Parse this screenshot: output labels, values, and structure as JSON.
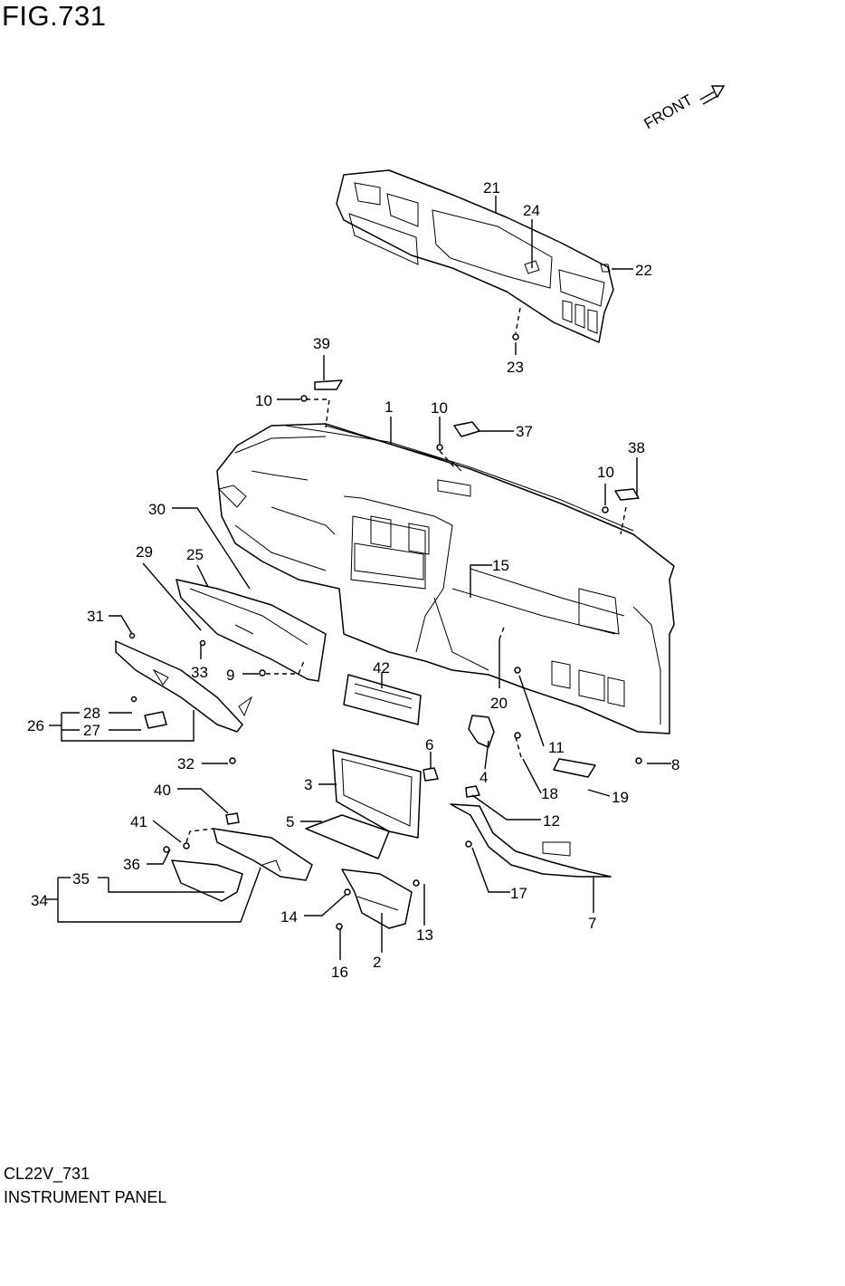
{
  "figure": {
    "title": "FIG.731"
  },
  "footer": {
    "code": "CL22V_731",
    "caption": "INSTRUMENT PANEL"
  },
  "direction": {
    "label": "FRONT"
  },
  "callouts": [
    "1",
    "2",
    "3",
    "4",
    "5",
    "6",
    "7",
    "8",
    "9",
    "10",
    "10",
    "10",
    "11",
    "12",
    "13",
    "14",
    "15",
    "16",
    "17",
    "18",
    "19",
    "20",
    "21",
    "22",
    "23",
    "24",
    "25",
    "26",
    "27",
    "28",
    "29",
    "30",
    "31",
    "32",
    "33",
    "34",
    "35",
    "36",
    "37",
    "38",
    "39",
    "40",
    "41",
    "42"
  ],
  "icons": {
    "front_arrow": "arrow-right-outline-icon"
  }
}
